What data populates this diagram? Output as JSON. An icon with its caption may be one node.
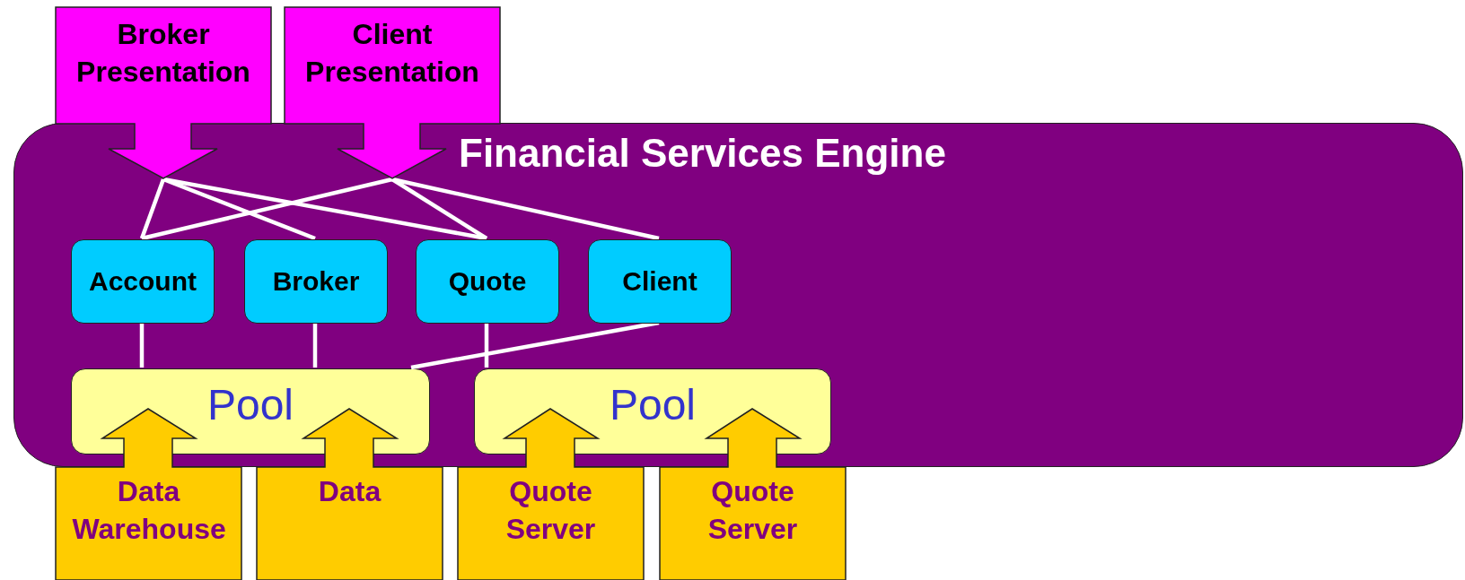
{
  "diagram": {
    "nodes": [
      {
        "text": [
          "Financial Services Engine"
        ]
      },
      {
        "text": [
          "Broker Presentation"
        ]
      },
      {
        "text": [
          "Client Presentation"
        ]
      },
      {
        "text": [
          "Account"
        ],
        "in": 0
      },
      {
        "text": [
          "Broker"
        ],
        "in": 0
      },
      {
        "text": [
          "Quote"
        ],
        "in": 0
      },
      {
        "text": [
          "Client"
        ],
        "in": 0
      },
      {
        "text": [
          "Pool"
        ],
        "in": 0
      },
      {
        "text": [
          "Pool"
        ],
        "in": 0
      },
      {
        "text": [
          "Data Warehouse"
        ]
      },
      {
        "text": [
          "Data"
        ]
      },
      {
        "text": [
          "Quote Server"
        ]
      },
      {
        "text": [
          "Quote Server"
        ]
      }
    ],
    "edges": [
      {
        "from": 1,
        "to": 3,
        "arrow": "none"
      },
      {
        "from": 1,
        "to": 4,
        "arrow": "none"
      },
      {
        "from": 1,
        "to": 5,
        "arrow": "none"
      },
      {
        "from": 2,
        "to": 3,
        "arrow": "none"
      },
      {
        "from": 2,
        "to": 5,
        "arrow": "none"
      },
      {
        "from": 2,
        "to": 6,
        "arrow": "none"
      },
      {
        "from": 3,
        "to": 7,
        "arrow": "none"
      },
      {
        "from": 4,
        "to": 7,
        "arrow": "none"
      },
      {
        "from": 5,
        "to": 8,
        "arrow": "none"
      },
      {
        "from": 6,
        "to": 7,
        "arrow": "none"
      }
    ]
  }
}
